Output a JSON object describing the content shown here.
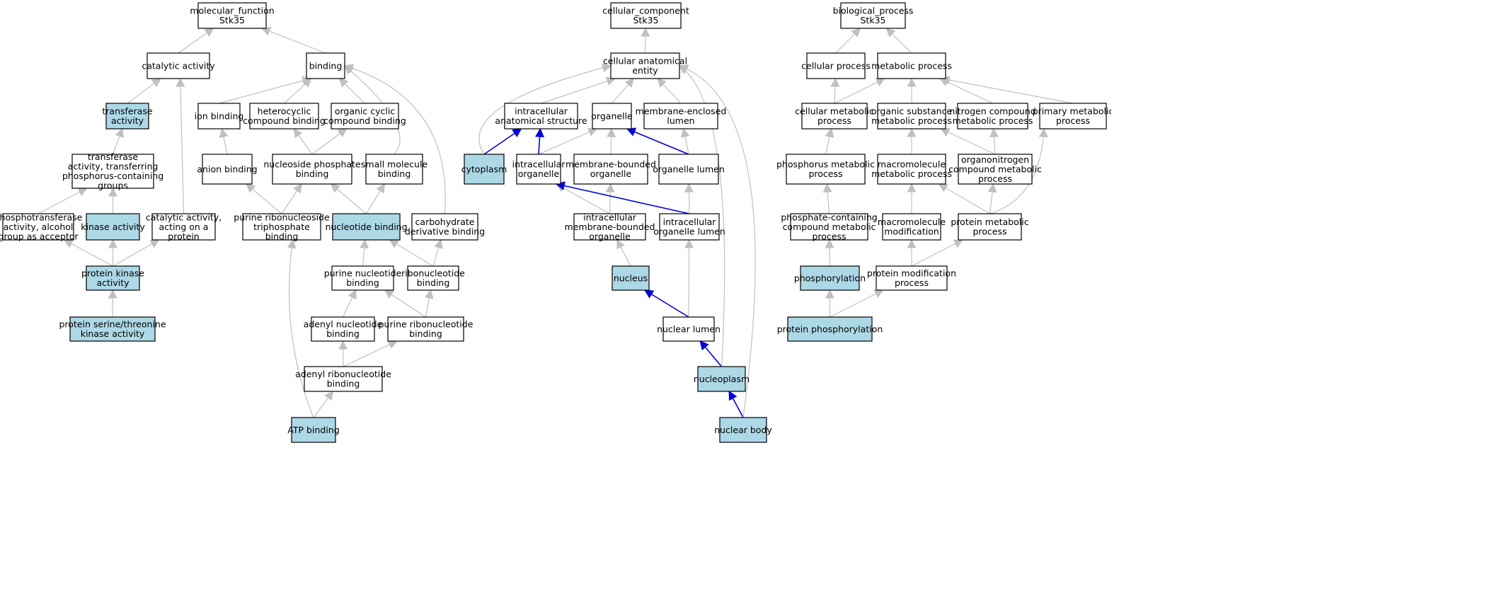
{
  "colors": {
    "highlight_fill": "#add8e6",
    "plain_fill": "#ffffff",
    "edge_gray": "#c0c0c0",
    "edge_blue": "#0000dd"
  },
  "nodes": {
    "mf_root": "molecular_function\nStk35",
    "catalytic": "catalytic activity",
    "binding": "binding",
    "transferase": "transferase\nactivity",
    "ion_binding": "ion binding",
    "hetero": "heterocyclic\ncompound binding",
    "organic_cyclic": "organic cyclic\ncompound binding",
    "transf_phos": "transferase\nactivity, transferring\nphosphorus-containing\ngroups",
    "anion": "anion binding",
    "nucleoside_phos": "nucleoside phosphate\nbinding",
    "small_mol": "small molecule\nbinding",
    "phosphotransferase": "phosphotransferase\nactivity, alcohol\ngroup as acceptor",
    "kinase": "kinase activity",
    "cat_protein": "catalytic activity,\nacting on a\nprotein",
    "purine_rnt_tri": "purine ribonucleoside\ntriphosphate\nbinding",
    "nucleotide_b": "nucleotide binding",
    "carbohydrate": "carbohydrate\nderivative binding",
    "protein_kinase": "protein kinase\nactivity",
    "purine_nt": "purine nucleotide\nbinding",
    "ribonucleotide": "ribonucleotide\nbinding",
    "ser_thr": "protein serine/threonine\nkinase activity",
    "adenyl_nt": "adenyl nucleotide\nbinding",
    "purine_rnt": "purine ribonucleotide\nbinding",
    "adenyl_rnt": "adenyl ribonucleotide\nbinding",
    "atp": "ATP binding",
    "cc_root": "cellular_component\nStk35",
    "cae": "cellular anatomical\nentity",
    "ias": "intracellular\nanatomical structure",
    "organelle": "organelle",
    "mel": "membrane-enclosed\nlumen",
    "cytoplasm": "cytoplasm",
    "io": "intracellular\norganelle",
    "mbo": "membrane-bounded\norganelle",
    "ol": "organelle lumen",
    "imbo": "intracellular\nmembrane-bounded\norganelle",
    "iol": "intracellular\norganelle lumen",
    "nucleus": "nucleus",
    "nuclear_lumen": "nuclear lumen",
    "nucleoplasm": "nucleoplasm",
    "nuclear_body": "nuclear body",
    "bp_root": "biological_process\nStk35",
    "cell_proc": "cellular process",
    "metab": "metabolic process",
    "cell_metab": "cellular metabolic\nprocess",
    "org_subst": "organic substance\nmetabolic process",
    "nitrogen": "nitrogen compound\nmetabolic process",
    "primary": "primary metabolic\nprocess",
    "phosphorus": "phosphorus metabolic\nprocess",
    "macromol": "macromolecule\nmetabolic process",
    "organonitrogen": "organonitrogen\ncompound metabolic\nprocess",
    "phos_compound": "phosphate-containing\ncompound metabolic\nprocess",
    "macro_mod": "macromolecule\nmodification",
    "prot_metab": "protein metabolic\nprocess",
    "phosphorylation": "phosphorylation",
    "prot_mod": "protein modification\nprocess",
    "prot_phos": "protein phosphorylation"
  }
}
